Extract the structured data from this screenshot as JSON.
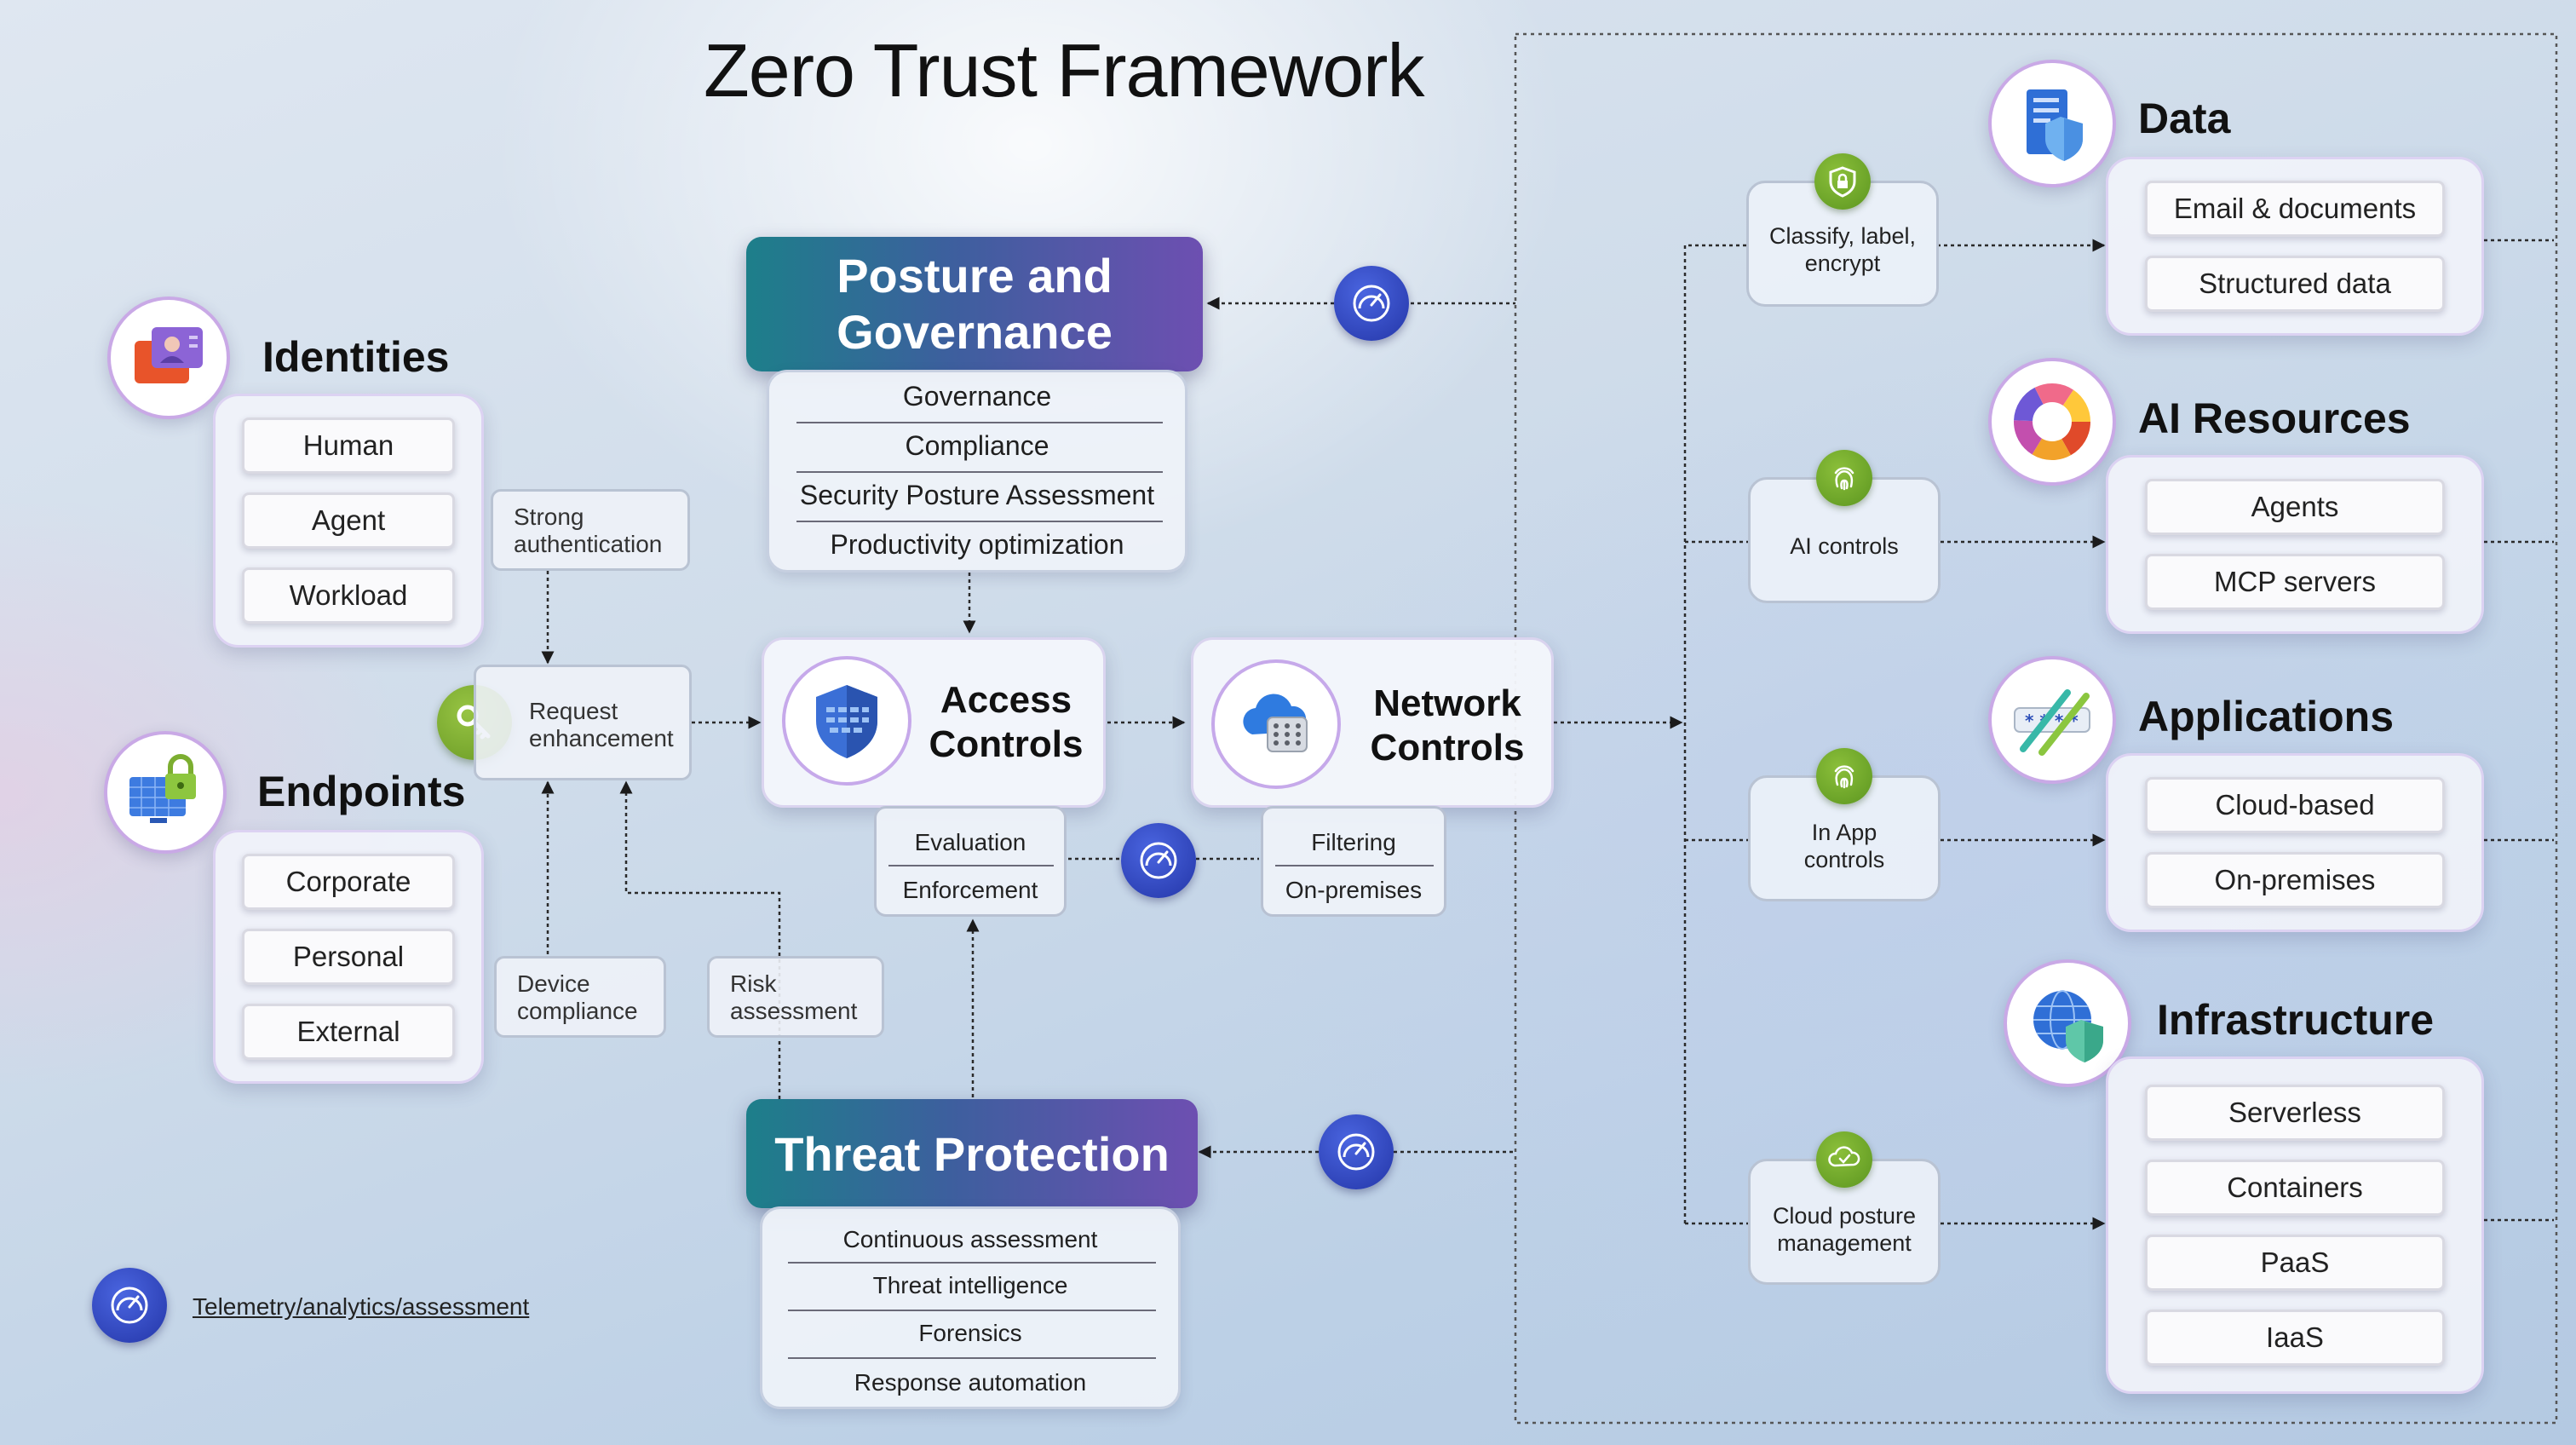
{
  "title": "Zero Trust Framework",
  "identities": {
    "title": "Identities",
    "items": [
      "Human",
      "Agent",
      "Workload"
    ],
    "icon": "identity-card-icon"
  },
  "endpoints": {
    "title": "Endpoints",
    "items": [
      "Corporate",
      "Personal",
      "External"
    ],
    "icon": "device-lock-icon"
  },
  "notes": {
    "strong_auth": "Strong authentication",
    "request_enhancement": "Request enhancement",
    "device_compliance": "Device compliance",
    "risk_assessment": "Risk assessment"
  },
  "posture": {
    "title": "Posture and Governance",
    "items": [
      "Governance",
      "Compliance",
      "Security Posture Assessment",
      "Productivity optimization"
    ]
  },
  "access_controls": {
    "title": "Access Controls",
    "sub": [
      "Evaluation",
      "Enforcement"
    ],
    "icon": "shield-icon"
  },
  "network_controls": {
    "title": "Network Controls",
    "sub": [
      "Filtering",
      "On-premises"
    ],
    "icon": "cloud-network-icon"
  },
  "threat": {
    "title": "Threat Protection",
    "items": [
      "Continuous assessment",
      "Threat intelligence",
      "Forensics",
      "Response automation"
    ]
  },
  "policies": {
    "classify": "Classify, label, encrypt",
    "ai_controls": "AI controls",
    "in_app": "In App controls",
    "cloud_posture": "Cloud posture management"
  },
  "resources": {
    "data": {
      "title": "Data",
      "items": [
        "Email & documents",
        "Structured data"
      ]
    },
    "ai": {
      "title": "AI Resources",
      "items": [
        "Agents",
        "MCP servers"
      ]
    },
    "apps": {
      "title": "Applications",
      "items": [
        "Cloud-based",
        "On-premises"
      ]
    },
    "infra": {
      "title": "Infrastructure",
      "items": [
        "Serverless",
        "Containers",
        "PaaS",
        "IaaS"
      ]
    }
  },
  "legend": {
    "label": "Telemetry/analytics/assessment",
    "icon": "telemetry-gauge-icon"
  },
  "colors": {
    "header_gradient_start": "#1d7f8a",
    "header_gradient_end": "#6d4fb1",
    "gauge_blue": "#2f45c4",
    "policy_green": "#6fa52a",
    "connector": "#1b1b1b"
  }
}
